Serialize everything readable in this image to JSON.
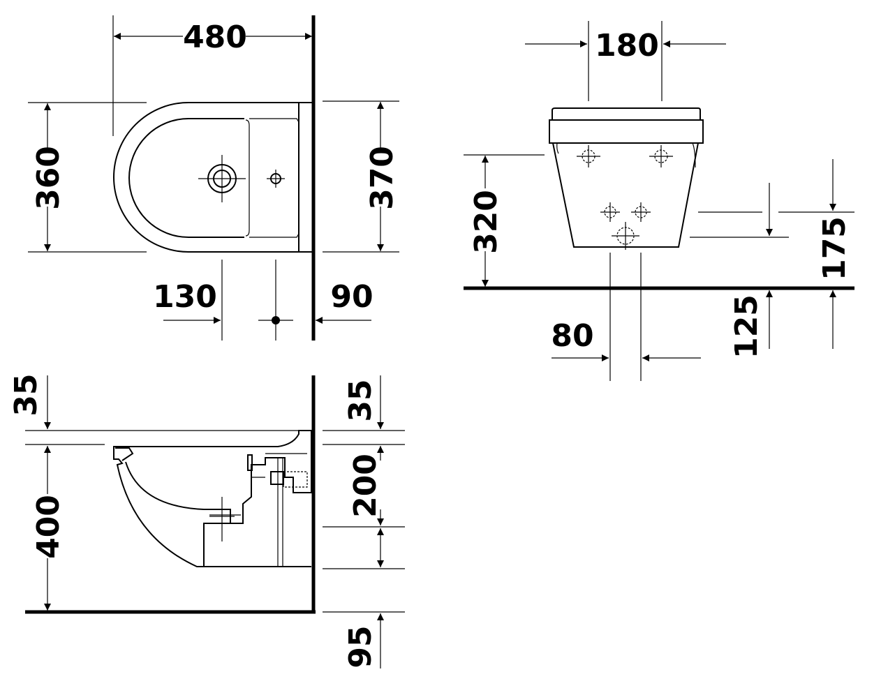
{
  "top_view": {
    "width": "480",
    "depth_left": "360",
    "depth_right": "370",
    "fixing_offset": "130",
    "wall_gap": "90"
  },
  "front_view": {
    "fixing_spacing": "180",
    "height": "320",
    "inlet_height": "175",
    "outlet_spacing": "80",
    "drain_height": "125"
  },
  "side_view": {
    "rim_left": "35",
    "rim_right": "35",
    "height": "400",
    "upper_fixing": "200",
    "floor_gap": "95"
  }
}
